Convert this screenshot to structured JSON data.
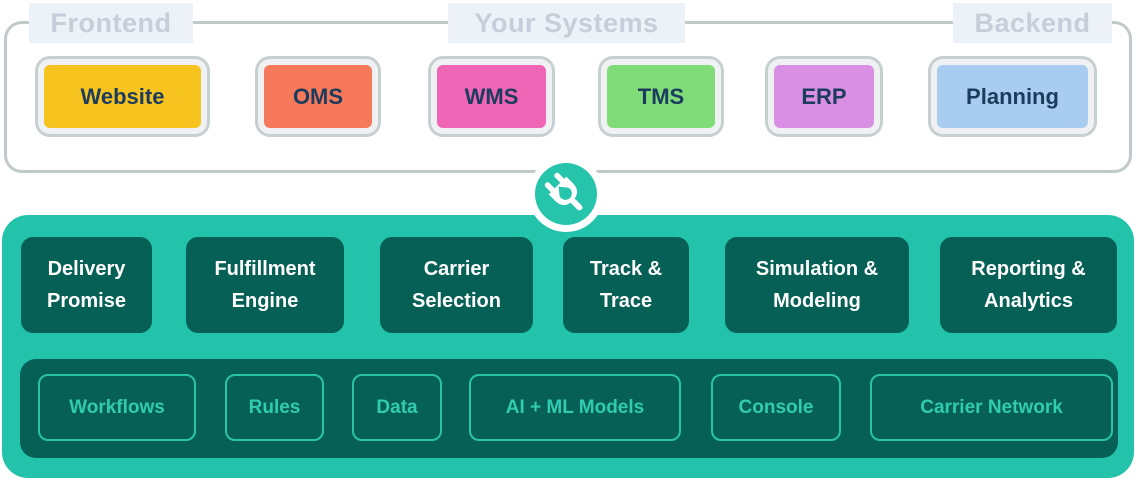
{
  "top_panel": {
    "border_color": "#c0cacb",
    "label_background": "#edf1f8",
    "label_text_color": "#c7ced9",
    "group_labels": [
      {
        "label": "Frontend"
      },
      {
        "label": "Your Systems"
      },
      {
        "label": "Backend"
      }
    ],
    "system_text_color": "#1c3c5e",
    "systems": [
      {
        "label": "Website",
        "color": "#f6c31f"
      },
      {
        "label": "OMS",
        "color": "#f5795a"
      },
      {
        "label": "WMS",
        "color": "#ee66b5"
      },
      {
        "label": "TMS",
        "color": "#80dc79"
      },
      {
        "label": "ERP",
        "color": "#d88fe4"
      },
      {
        "label": "Planning",
        "color": "#a9cdf0"
      }
    ]
  },
  "connector": {
    "icon": "plug-icon",
    "color": "#26c4ab",
    "ring_color": "#ffffff"
  },
  "platform": {
    "background": "#23c2ab",
    "module_background": "#066056",
    "module_text_color": "#ffffff",
    "modules": [
      {
        "label": "Delivery\nPromise"
      },
      {
        "label": "Fulfillment\nEngine"
      },
      {
        "label": "Carrier\nSelection"
      },
      {
        "label": "Track &\nTrace"
      },
      {
        "label": "Simulation &\nModeling"
      },
      {
        "label": "Reporting &\nAnalytics"
      }
    ],
    "foundation": {
      "background": "#066056",
      "accent": "#31ccb0",
      "items": [
        {
          "label": "Workflows"
        },
        {
          "label": "Rules"
        },
        {
          "label": "Data"
        },
        {
          "label": "AI + ML Models"
        },
        {
          "label": "Console"
        },
        {
          "label": "Carrier Network"
        }
      ]
    }
  }
}
